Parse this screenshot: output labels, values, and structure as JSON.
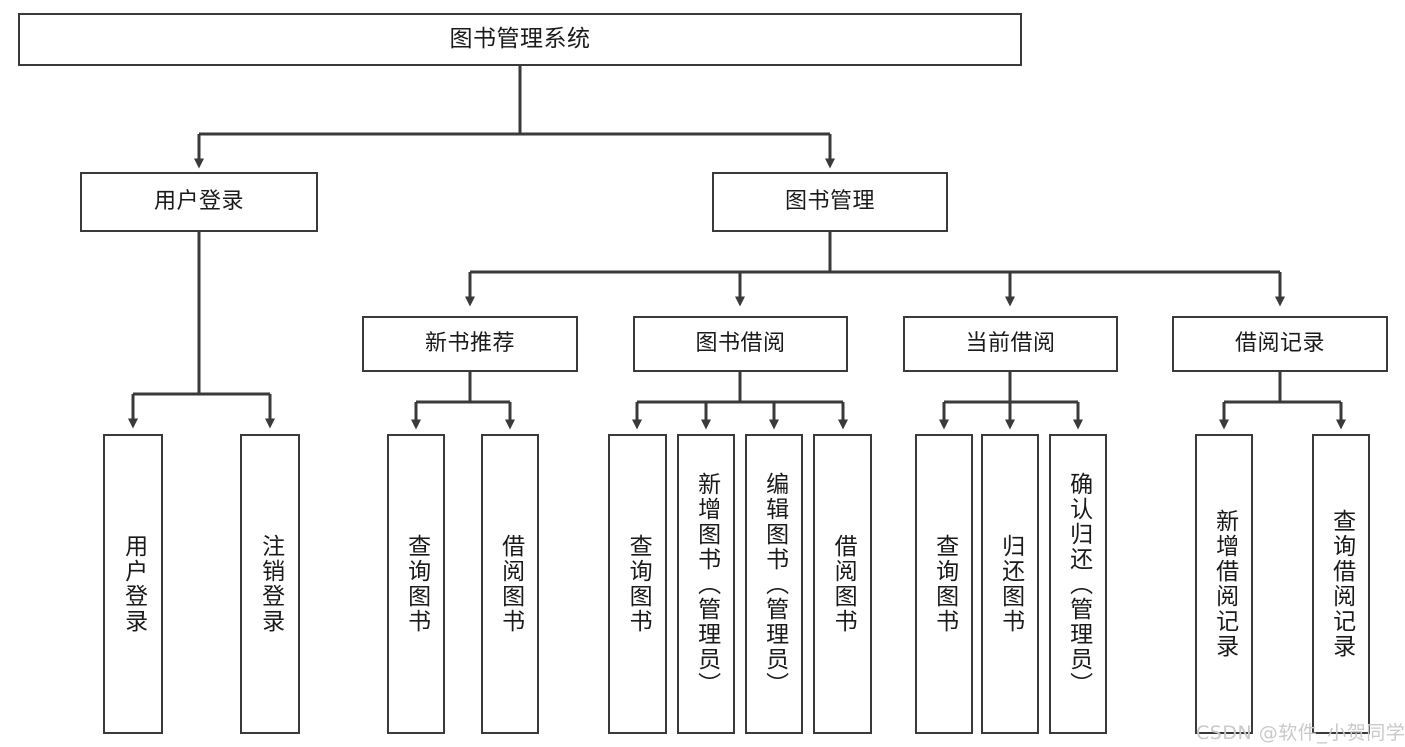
{
  "diagram": {
    "title": "图书管理系统",
    "root": {
      "label": "图书管理系统"
    },
    "level1": [
      {
        "label": "用户登录"
      },
      {
        "label": "图书管理"
      }
    ],
    "level2": [
      {
        "label": "新书推荐"
      },
      {
        "label": "图书借阅"
      },
      {
        "label": "当前借阅"
      },
      {
        "label": "借阅记录"
      }
    ],
    "leaves": {
      "user_login": [
        {
          "label": "用户登录"
        },
        {
          "label": "注销登录"
        }
      ],
      "new_book_recommend": [
        {
          "label": "查询图书"
        },
        {
          "label": "借阅图书"
        }
      ],
      "book_borrow": [
        {
          "label": "查询图书"
        },
        {
          "label": "新增图书（管理员）"
        },
        {
          "label": "编辑图书（管理员）"
        },
        {
          "label": "借阅图书"
        }
      ],
      "current_borrow": [
        {
          "label": "查询图书"
        },
        {
          "label": "归还图书"
        },
        {
          "label": "确认归还（管理员）"
        }
      ],
      "borrow_record": [
        {
          "label": "新增借阅记录"
        },
        {
          "label": "查询借阅记录"
        }
      ]
    }
  },
  "watermark": {
    "text": "CSDN @软件_小贺同学",
    "color": "#c9c9c9"
  },
  "style": {
    "line_color": "#3a3a3a",
    "box_border": "#3a3a3a",
    "background": "#ffffff",
    "text_color": "#1a1a1a"
  }
}
